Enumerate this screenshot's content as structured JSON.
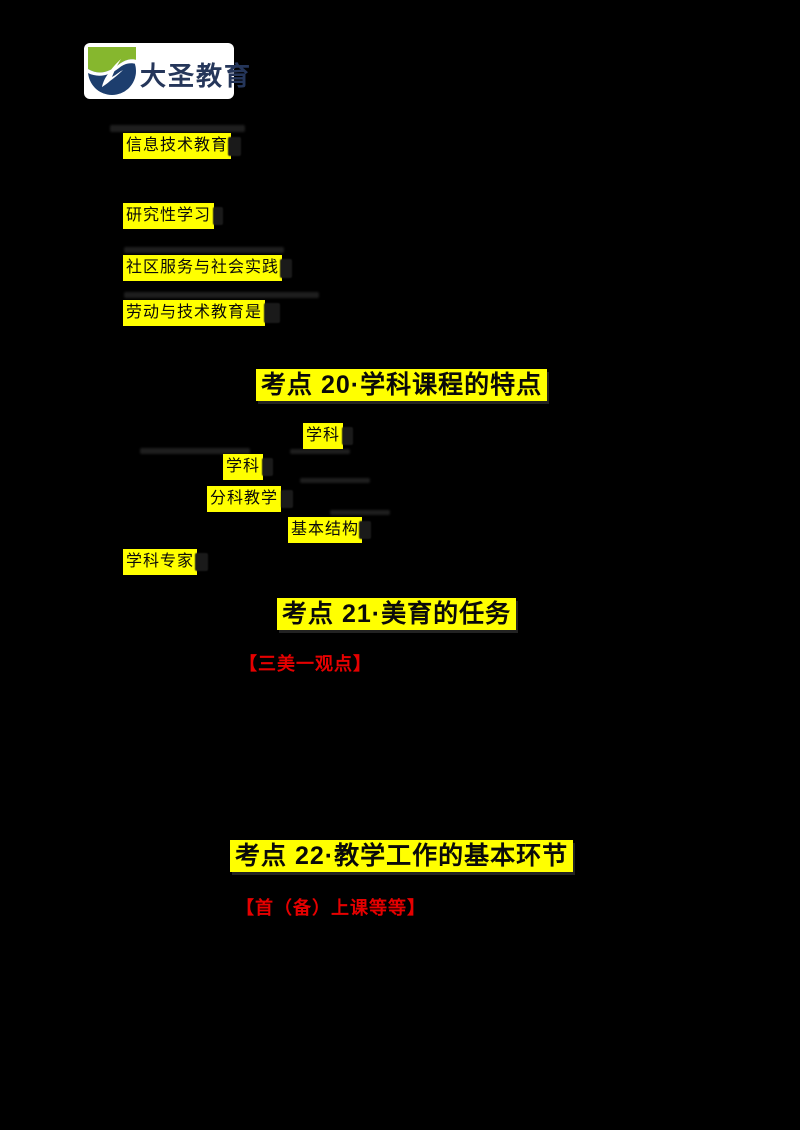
{
  "brand": {
    "name": "大圣教育",
    "logo_icon": "swallow-bird-icon"
  },
  "highlights": {
    "h1": "信息技术教育",
    "h2": "研究性学习",
    "h3": "社区服务与社会实践",
    "h4": "劳动与技术教育是",
    "h5": "学科",
    "h6": "学科",
    "h7": "分科教学",
    "h8": "基本结构",
    "h9": "学科专家"
  },
  "headings": {
    "kp20": "考点 20·学科课程的特点",
    "kp21": "考点 21·美育的任务",
    "kp22": "考点 22·教学工作的基本环节"
  },
  "red_notes": {
    "note1": "【三美一观点】",
    "note2": "【首（备）上课等等】"
  },
  "colors": {
    "background": "#000000",
    "highlight": "#ffff00",
    "red_note": "#e60000",
    "logo_green": "#86b72e",
    "logo_navy": "#1d3e6e",
    "brand_text": "#25365a"
  }
}
